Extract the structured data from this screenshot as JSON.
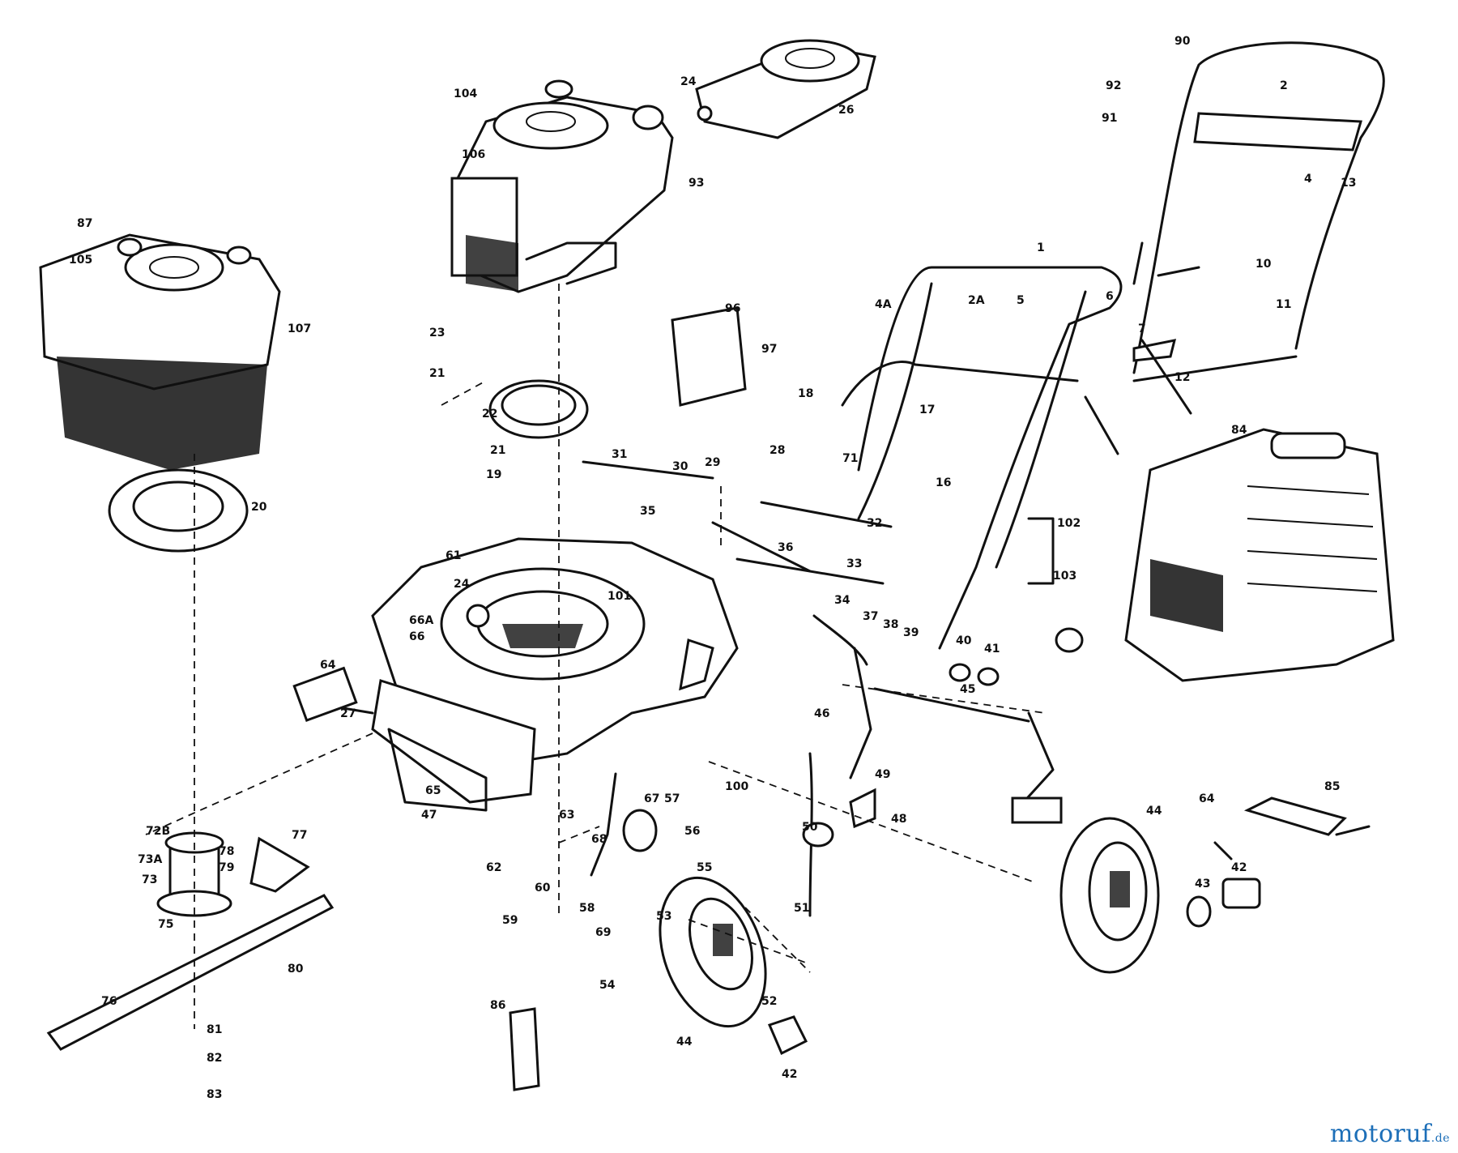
{
  "watermark": {
    "main": "motoruf",
    "tld": ".de"
  },
  "colors": {
    "ink": "#111111",
    "background": "#ffffff",
    "watermark": "#1d6fb8"
  },
  "labels": {
    "p1": "1",
    "p2": "2",
    "p2A": "2A",
    "p4": "4",
    "p4A": "4A",
    "p5": "5",
    "p6": "6",
    "p7": "7",
    "p10": "10",
    "p11": "11",
    "p12": "12",
    "p13": "13",
    "p16": "16",
    "p17": "17",
    "p18": "18",
    "p19": "19",
    "p20": "20",
    "p21": "21",
    "p21b": "21",
    "p22": "22",
    "p23": "23",
    "p24": "24",
    "p24b": "24",
    "p26": "26",
    "p27": "27",
    "p28": "28",
    "p29": "29",
    "p30": "30",
    "p31": "31",
    "p32": "32",
    "p33": "33",
    "p34": "34",
    "p35": "35",
    "p36": "36",
    "p37": "37",
    "p38": "38",
    "p39": "39",
    "p40": "40",
    "p41": "41",
    "p42": "42",
    "p42b": "42",
    "p43": "43",
    "p44": "44",
    "p44b": "44",
    "p45": "45",
    "p46": "46",
    "p47": "47",
    "p48": "48",
    "p49": "49",
    "p50": "50",
    "p51": "51",
    "p52": "52",
    "p53": "53",
    "p54": "54",
    "p55": "55",
    "p56": "56",
    "p57": "57",
    "p58": "58",
    "p59": "59",
    "p60": "60",
    "p61": "61",
    "p62": "62",
    "p63": "63",
    "p64": "64",
    "p64b": "64",
    "p65": "65",
    "p66": "66",
    "p66A": "66A",
    "p67": "67",
    "p68": "68",
    "p69": "69",
    "p71": "71",
    "p72B": "72B",
    "p73": "73",
    "p73A": "73A",
    "p75": "75",
    "p76": "76",
    "p77": "77",
    "p78": "78",
    "p79": "79",
    "p80": "80",
    "p81": "81",
    "p82": "82",
    "p83": "83",
    "p84": "84",
    "p85": "85",
    "p86": "86",
    "p87": "87",
    "p90": "90",
    "p91": "91",
    "p92": "92",
    "p93": "93",
    "p96": "96",
    "p97": "97",
    "p100": "100",
    "p101": "101",
    "p102": "102",
    "p103": "103",
    "p104": "104",
    "p105": "105",
    "p106": "106",
    "p107": "107"
  }
}
